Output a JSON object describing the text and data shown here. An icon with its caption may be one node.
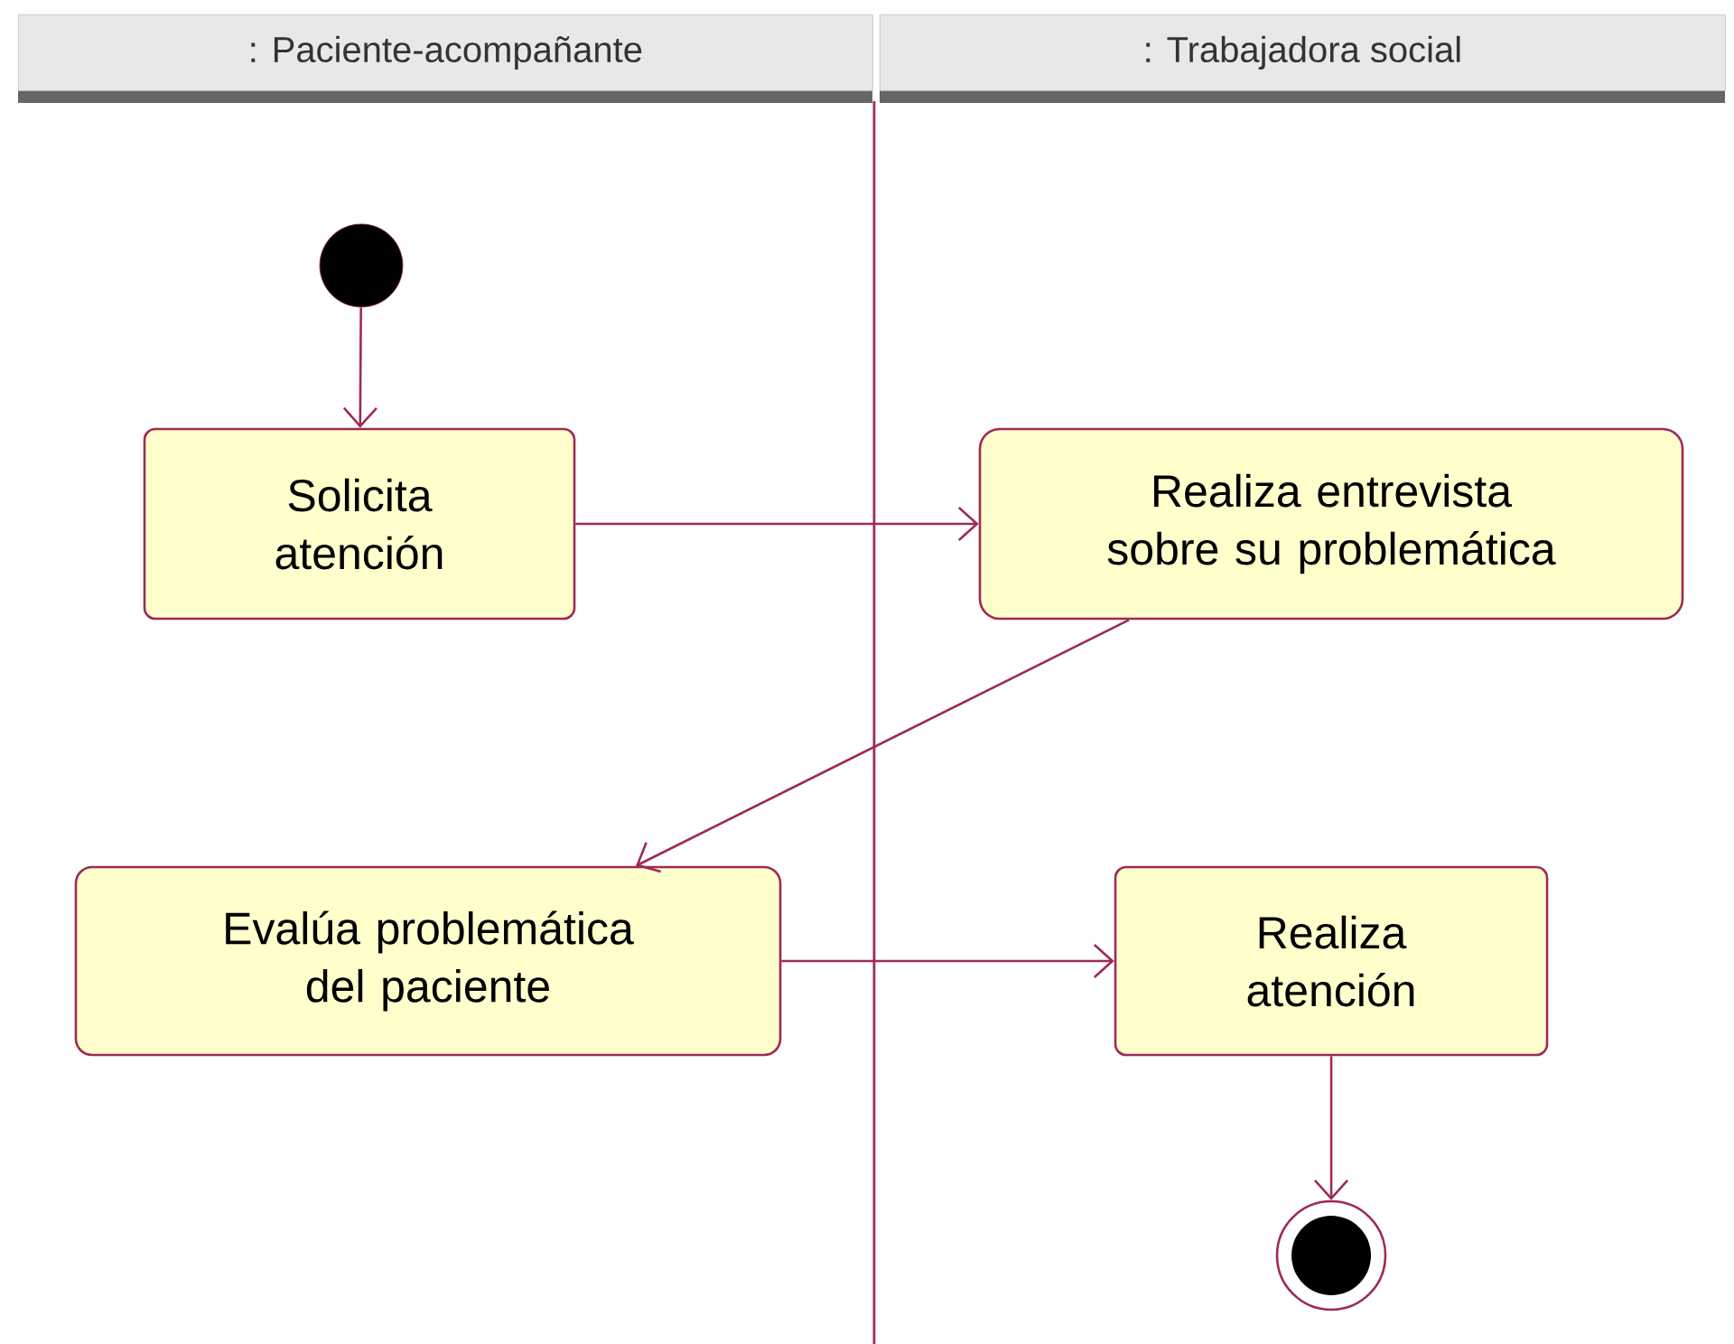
{
  "diagram": {
    "nodes": [
      {
        "text": [
          ": Paciente-acompañante"
        ]
      },
      {
        "text": [
          ": Trabajadora social"
        ]
      },
      {
        "text": [],
        "shape": "circle"
      },
      {
        "text": [
          "Solicita atención"
        ]
      },
      {
        "text": [
          "Realiza entrevista sobre su problemática"
        ]
      },
      {
        "text": [
          "Evalúa problemática del paciente"
        ]
      },
      {
        "text": [
          "Realiza atención"
        ]
      },
      {
        "text": [],
        "shape": "circle"
      }
    ],
    "edges": [
      {
        "from": 2,
        "to": 3,
        "arrow": "to"
      },
      {
        "from": 3,
        "to": 4,
        "arrow": "to"
      },
      {
        "from": 4,
        "to": 5,
        "arrow": "to"
      },
      {
        "from": 5,
        "to": 6,
        "arrow": "to"
      },
      {
        "from": 6,
        "to": 7,
        "arrow": "to"
      }
    ]
  }
}
